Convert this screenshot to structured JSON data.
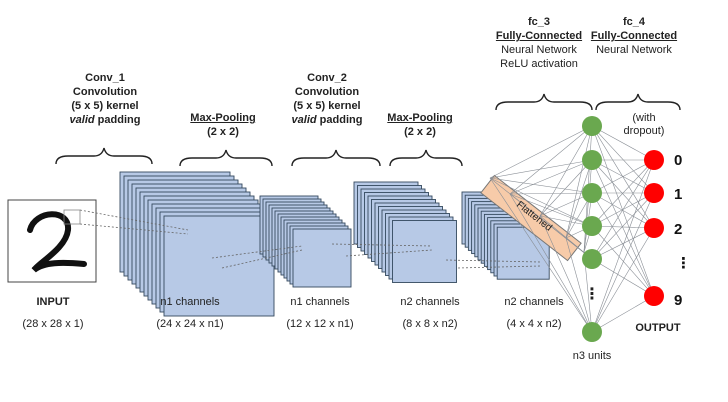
{
  "input": {
    "label": "INPUT",
    "dims": "(28 x 28 x 1)",
    "digit": "2"
  },
  "conv1": {
    "title": "Conv_1",
    "line1": "Convolution",
    "line2": "(5 x 5) kernel",
    "line3_italic": "valid",
    "line3_rest": " padding"
  },
  "pool1": {
    "title": "Max-Pooling",
    "size": "(2 x 2)"
  },
  "conv2": {
    "title": "Conv_2",
    "line1": "Convolution",
    "line2": "(5 x 5) kernel",
    "line3_italic": "valid",
    "line3_rest": " padding"
  },
  "pool2": {
    "title": "Max-Pooling",
    "size": "(2 x 2)"
  },
  "fc3": {
    "title": "fc_3",
    "line1": "Fully-Connected",
    "line2": "Neural Network",
    "line3": "ReLU activation"
  },
  "fc4": {
    "title": "fc_4",
    "line1": "Fully-Connected",
    "line2": "Neural Network",
    "dropout": "(with\ndropout)"
  },
  "stacks": [
    {
      "channels": "n1 channels",
      "dims": "(24 x 24 x n1)"
    },
    {
      "channels": "n1 channels",
      "dims": "(12 x 12 x n1)"
    },
    {
      "channels": "n2 channels",
      "dims": "(8 x 8 x n2)"
    },
    {
      "channels": "n2 channels",
      "dims": "(4 x 4 x n2)"
    }
  ],
  "flattened": "Flattened",
  "hidden": {
    "units_label": "n3 units",
    "dots": "⋮"
  },
  "output": {
    "label": "OUTPUT",
    "digits": [
      "0",
      "1",
      "2",
      "⋮",
      "9"
    ]
  },
  "colors": {
    "green_node": "#6aa84f",
    "red_node": "#ff0000",
    "feature_map": "#b7c9e6",
    "feature_border": "#34495e",
    "flattened_bar": "#f7cba9"
  }
}
